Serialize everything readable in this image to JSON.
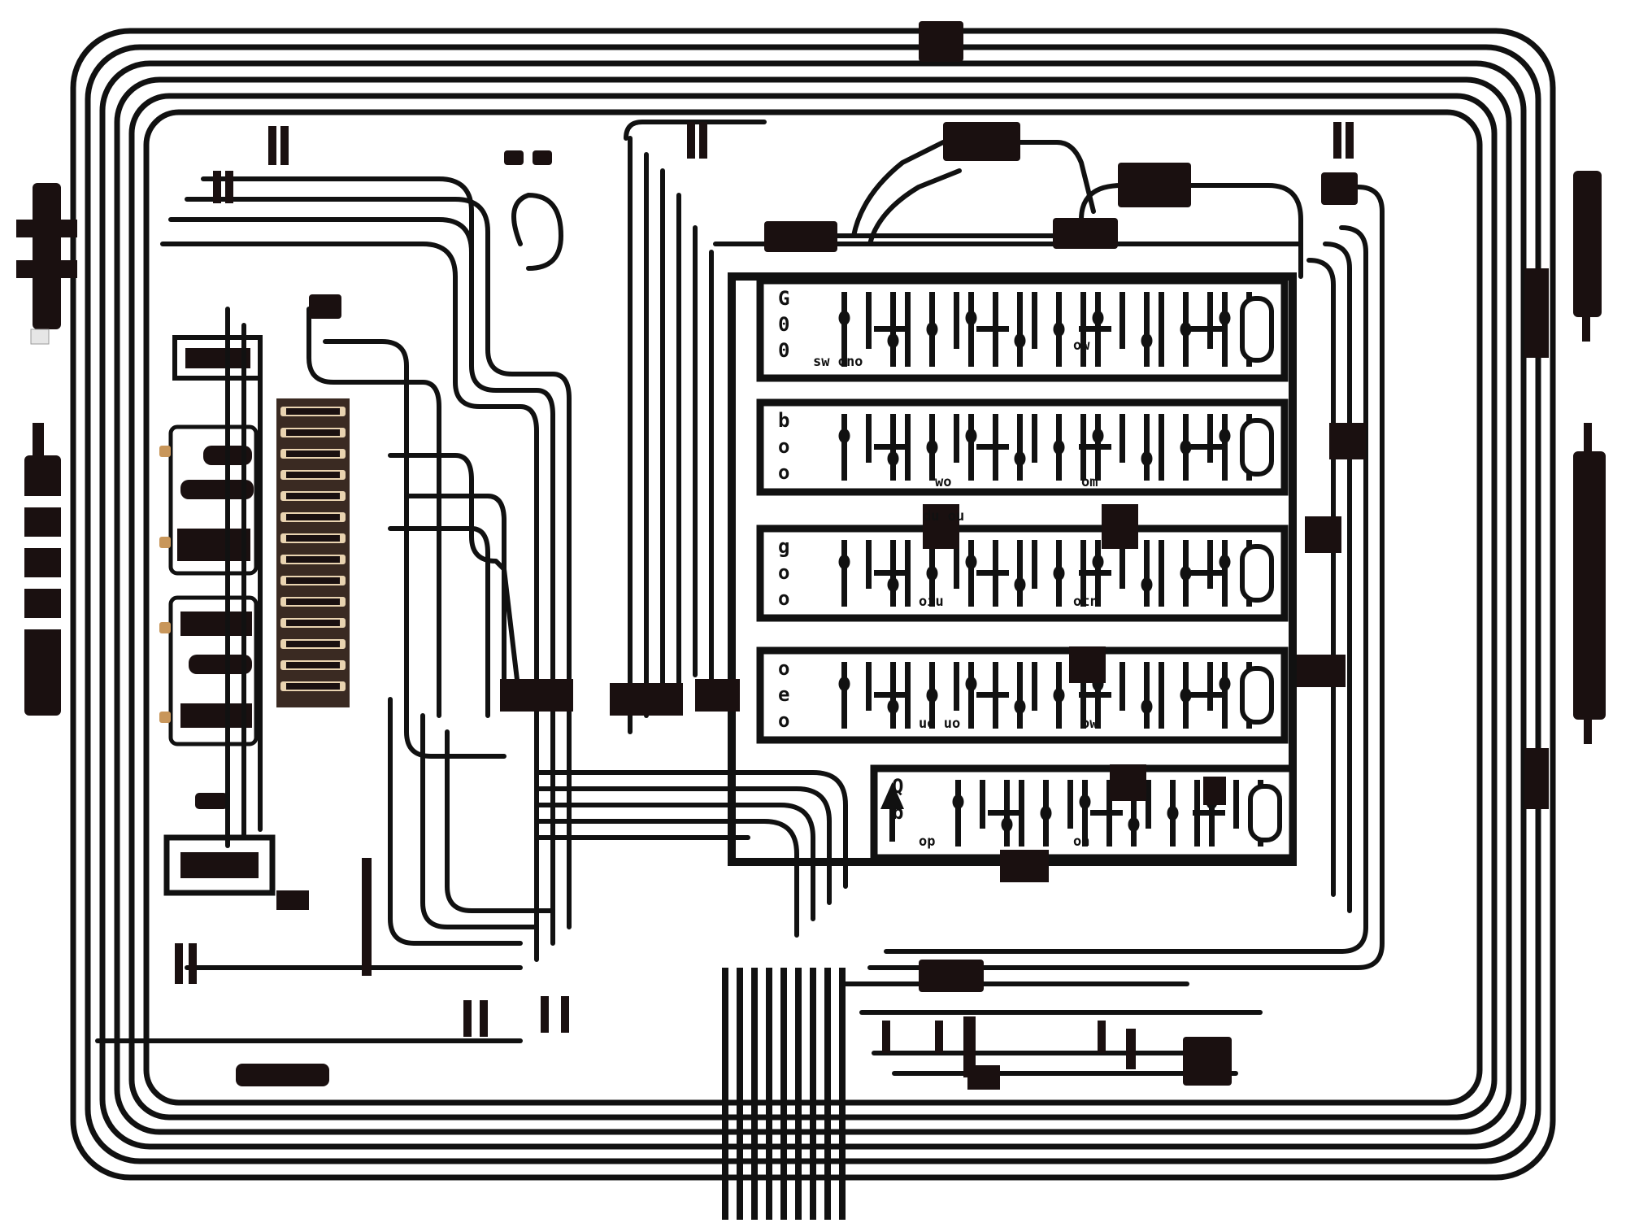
{
  "diagram": {
    "kind": "wiring-harness-diagram",
    "colors": {
      "background": "#ffffff",
      "wire": "#111111",
      "component": "#1a1010",
      "terminal_copper": "#c8965a",
      "panel_fill": "#ffffff",
      "panel_border": "#111111"
    },
    "panels": [
      {
        "id": "panel-1",
        "glyphs": [
          "G",
          "0",
          "0"
        ]
      },
      {
        "id": "panel-2",
        "glyphs": [
          "b",
          "o",
          "o"
        ]
      },
      {
        "id": "panel-3",
        "glyphs": [
          "g",
          "o",
          "o"
        ]
      },
      {
        "id": "panel-4",
        "glyphs": [
          "o",
          "e",
          "o"
        ]
      },
      {
        "id": "panel-5",
        "glyphs": [
          "Q",
          "b"
        ]
      }
    ],
    "panel_texts": [
      {
        "panel": "panel-1",
        "text": "sw ono"
      },
      {
        "panel": "panel-1",
        "text": "ow"
      },
      {
        "panel": "panel-2",
        "text": "wo"
      },
      {
        "panel": "panel-2",
        "text": "du ou"
      },
      {
        "panel": "panel-2",
        "text": "om"
      },
      {
        "panel": "panel-3",
        "text": "oiu"
      },
      {
        "panel": "panel-3",
        "text": "otn"
      },
      {
        "panel": "panel-4",
        "text": "uo uo"
      },
      {
        "panel": "panel-4",
        "text": "ow"
      },
      {
        "panel": "panel-5",
        "text": "op"
      },
      {
        "panel": "panel-5",
        "text": "on"
      }
    ],
    "icons": {
      "panel_arrow": "up-arrow-icon",
      "left_connector": "multi-pin-connector-icon",
      "right_connector": "multi-pin-connector-icon",
      "terminal_strip": "terminal-block-icon",
      "fuse": "fuse-icon"
    }
  }
}
